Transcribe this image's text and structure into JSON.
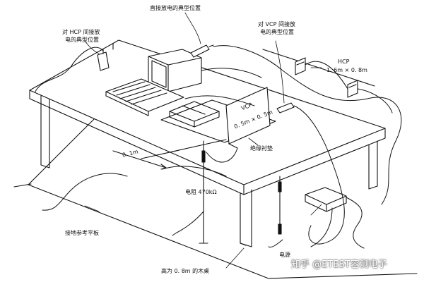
{
  "labels": {
    "direct_esd": "直接放电的典型位置",
    "hcp_indirect_1": "对 HCP 间接放",
    "hcp_indirect_2": "电的典型位置",
    "vcp_indirect_1": "对 VCP 间接放",
    "vcp_indirect_2": "电的典型位置",
    "hcp_name": "HCP",
    "hcp_size": "1. 6m × 0. 8m",
    "vcp_name": "VCP",
    "vcp_size": "0. 5m × 0. 5m",
    "insulation_pad": "绝缘衬垫",
    "distance": "0. 1m",
    "resistor": "电阻 470kΩ",
    "ground_plane": "接地参考平板",
    "table_height": "高为 0. 8m 的木桌",
    "power_supply": "电源"
  },
  "watermark": "知乎 @ETEST容测电子"
}
